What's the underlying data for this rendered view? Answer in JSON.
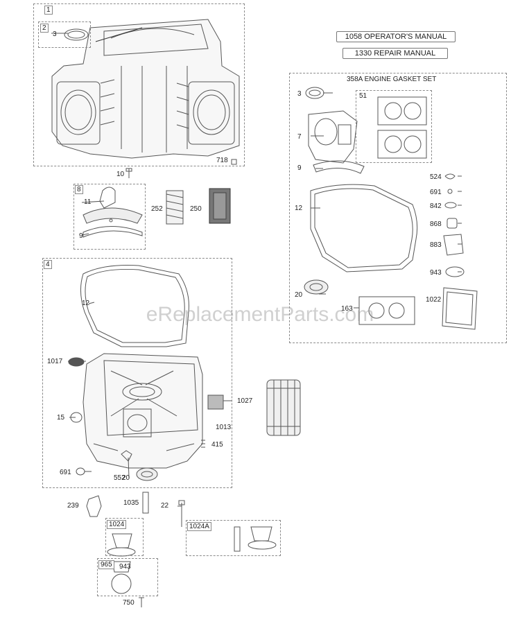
{
  "manuals": {
    "operators": "1058 OPERATOR'S MANUAL",
    "repair": "1330 REPAIR MANUAL"
  },
  "gasket_set": {
    "title": "358A ENGINE GASKET SET"
  },
  "callouts": {
    "c1": "1",
    "c2": "2",
    "c3": "3",
    "c718": "718",
    "c10": "10",
    "c8": "8",
    "c11": "11",
    "c9": "9",
    "c252": "252",
    "c250": "250",
    "c4": "4",
    "c12": "12",
    "c1017": "1017",
    "c15": "15",
    "c1013": "1013",
    "c415": "415",
    "c691": "691",
    "c552": "552",
    "c20": "20",
    "c1027": "1027",
    "c239": "239",
    "c1035": "1035",
    "c22": "22",
    "c1024": "1024",
    "c1024a": "1024A",
    "c965": "965",
    "c943": "943",
    "c750": "750",
    "g3": "3",
    "g7": "7",
    "g51": "51",
    "g9": "9",
    "g12": "12",
    "g20": "20",
    "g163": "163",
    "g524": "524",
    "g691": "691",
    "g842": "842",
    "g868": "868",
    "g883": "883",
    "g943": "943",
    "g1022": "1022"
  },
  "watermark": "eReplacementParts.com"
}
